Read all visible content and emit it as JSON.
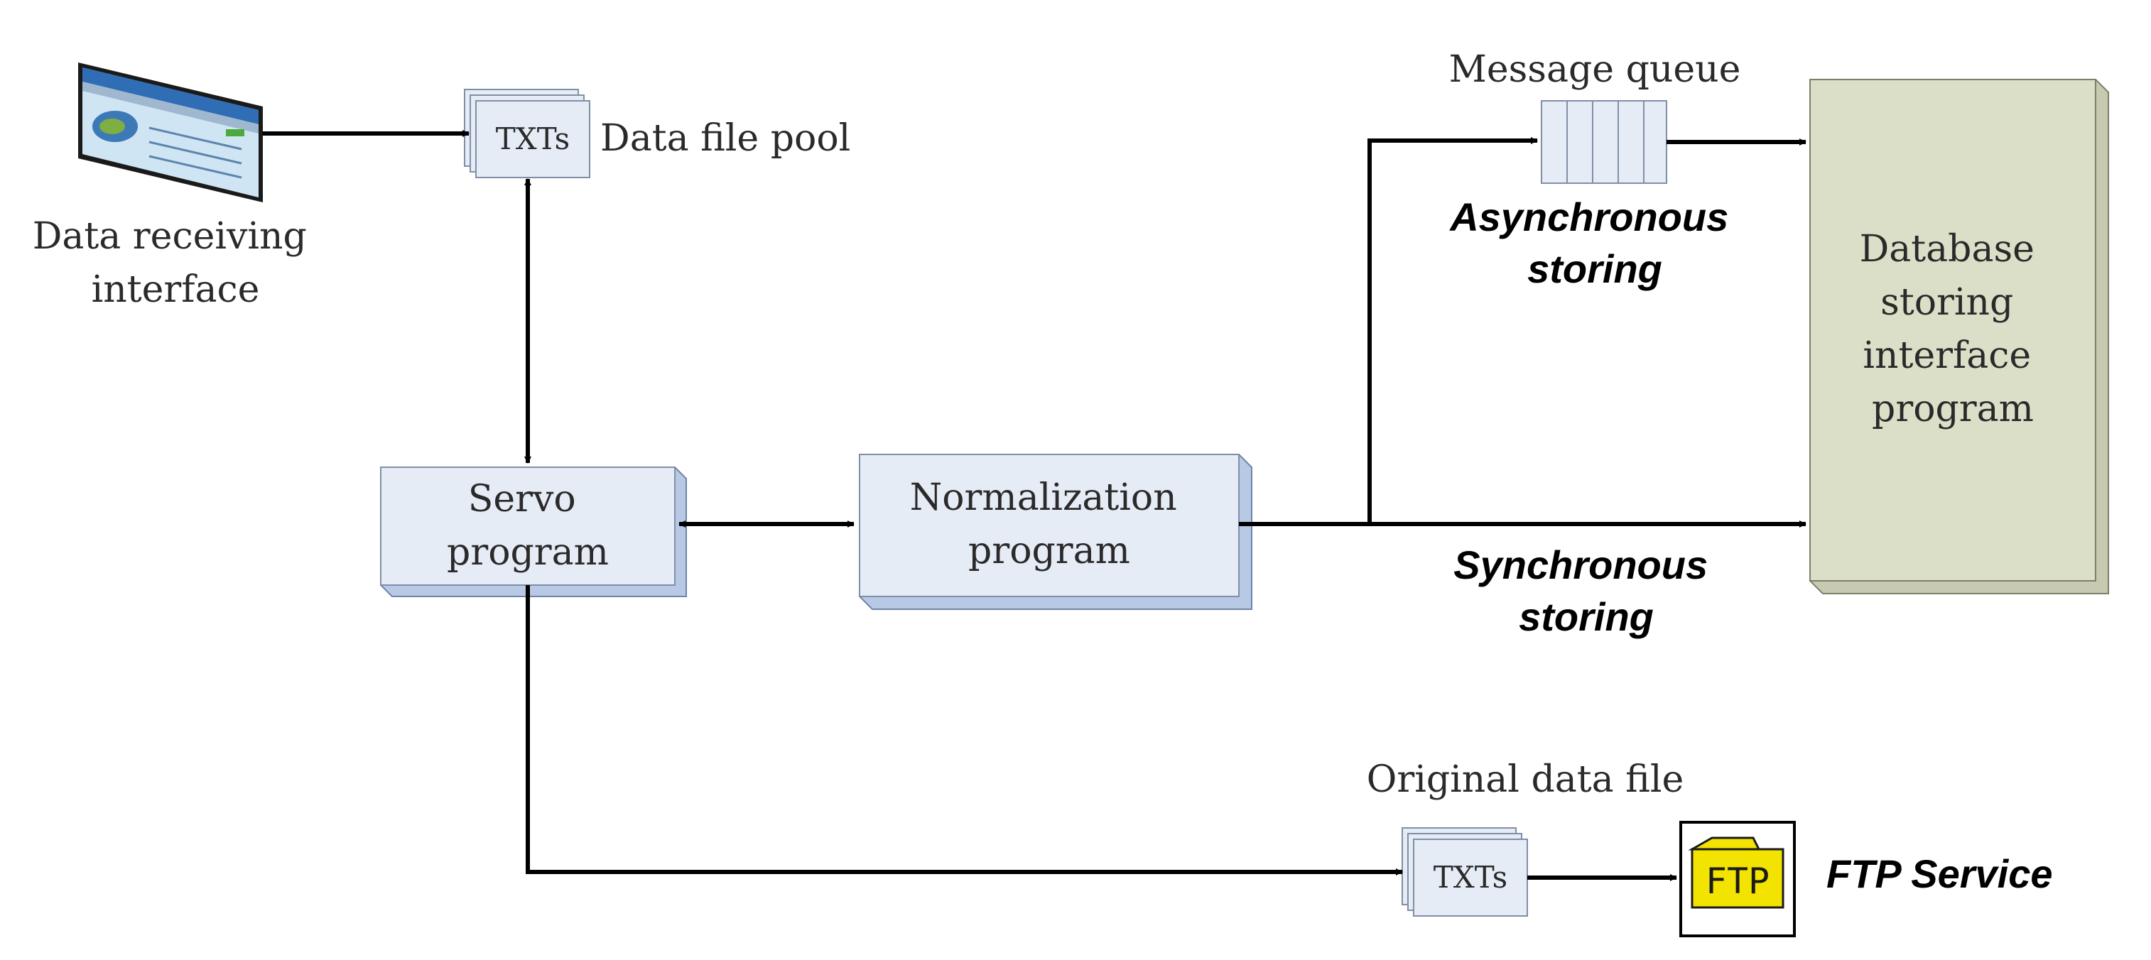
{
  "nodes": {
    "data_receiving_interface": {
      "label_lines": [
        "Data receiving",
        "interface"
      ],
      "icon": "browser-window-icon"
    },
    "data_file_pool": {
      "icon_text": "TXTs",
      "label": "Data file pool"
    },
    "servo_program": {
      "label_lines": [
        "Servo",
        "program"
      ]
    },
    "normalization_program": {
      "label_lines": [
        "Normalization",
        "program"
      ]
    },
    "message_queue": {
      "label": "Message queue"
    },
    "database_storing": {
      "label_lines": [
        "Database",
        "storing",
        "interface",
        "program"
      ]
    },
    "original_data_file": {
      "icon_text": "TXTs",
      "label": "Original data file"
    },
    "ftp_service": {
      "icon_text": "FTP",
      "label": "FTP Service"
    }
  },
  "edge_labels": {
    "async_lines": [
      "Asynchronous",
      "storing"
    ],
    "sync_lines": [
      "Synchronous",
      "storing"
    ]
  },
  "colors": {
    "box_fill": "#e6ecf6",
    "box_side": "#b8c9e6",
    "db_fill": "#dcdfc8",
    "db_side": "#c7cab0",
    "ftp_yellow": "#f2e300",
    "arrow": "#000000"
  }
}
